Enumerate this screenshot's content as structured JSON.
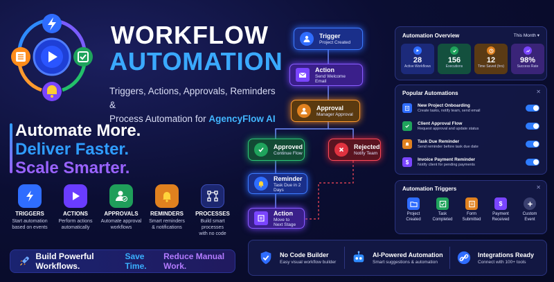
{
  "hero": {
    "title_line1": "WORKFLOW",
    "title_line2": "AUTOMATION",
    "subtitle_line1": "Triggers, Actions, Approvals, Reminders &",
    "subtitle_line2_prefix": "Process Automation for ",
    "subtitle_brand": "AgencyFlow AI"
  },
  "taglines": [
    "Automate More.",
    "Deliver Faster.",
    "Scale Smarter."
  ],
  "categories": [
    {
      "title": "TRIGGERS",
      "desc1": "Start automation",
      "desc2": "based on events",
      "icon": "lightning-icon",
      "color": "#2f6dff"
    },
    {
      "title": "ACTIONS",
      "desc1": "Perform actions",
      "desc2": "automatically",
      "icon": "play-icon",
      "color": "#6a3cff"
    },
    {
      "title": "APPROVALS",
      "desc1": "Automate approval",
      "desc2": "workflows",
      "icon": "user-check-icon",
      "color": "#1f9e5a"
    },
    {
      "title": "REMINDERS",
      "desc1": "Smart reminders",
      "desc2": "& notifications",
      "icon": "bell-icon",
      "color": "#e0811f"
    },
    {
      "title": "PROCESSES",
      "desc1": "Build smart processes",
      "desc2": "with no code",
      "icon": "process-icon",
      "color": "#2a3a9a"
    }
  ],
  "banner": {
    "part1": "Build Powerful Workflows.",
    "part2": "Save Time.",
    "part3": "Reduce Manual Work."
  },
  "flow": {
    "trigger": {
      "title": "Trigger",
      "sub": "Project Created"
    },
    "action1": {
      "title": "Action",
      "sub": "Send Welcome Email"
    },
    "approval": {
      "title": "Approval",
      "sub": "Manager Approval"
    },
    "approved": {
      "title": "Approved",
      "sub": "Continue Flow"
    },
    "rejected": {
      "title": "Rejected",
      "sub": "Notify Team"
    },
    "reminder": {
      "title": "Reminder",
      "sub": "Task Due in 2 Days"
    },
    "action2": {
      "title": "Action",
      "sub": "Move to Next Stage"
    }
  },
  "overview": {
    "title": "Automation Overview",
    "period": "This Month",
    "stats": [
      {
        "value": "28",
        "label": "Active Workflows",
        "color": "#1c3a8f"
      },
      {
        "value": "156",
        "label": "Executions",
        "color": "#14644a"
      },
      {
        "value": "12",
        "label": "Time Saved (hrs)",
        "color": "#7a4a14"
      },
      {
        "value": "98%",
        "label": "Success Rate",
        "color": "#4a2a8a"
      }
    ]
  },
  "popular": {
    "title": "Popular Automations",
    "close": "✕",
    "items": [
      {
        "title": "New Project Onboarding",
        "desc": "Create tasks, notify team, send email",
        "color": "#2f6dff"
      },
      {
        "title": "Client Approval Flow",
        "desc": "Request approval and update status",
        "color": "#1f9e5a"
      },
      {
        "title": "Task Due Reminder",
        "desc": "Send reminder before task due date",
        "color": "#e0811f"
      },
      {
        "title": "Invoice Payment Reminder",
        "desc": "Notify client for pending payments",
        "color": "#7a45ff"
      }
    ]
  },
  "triggers": {
    "title": "Automation Triggers",
    "close": "✕",
    "items": [
      {
        "l1": "Project",
        "l2": "Created",
        "color": "#2f6dff"
      },
      {
        "l1": "Task",
        "l2": "Completed",
        "color": "#1f9e5a"
      },
      {
        "l1": "Form",
        "l2": "Submitted",
        "color": "#e0811f"
      },
      {
        "l1": "Payment",
        "l2": "Received",
        "color": "#7a45ff"
      },
      {
        "l1": "Custom",
        "l2": "Event",
        "color": "#3a4070"
      }
    ]
  },
  "features": [
    {
      "title": "No Code Builder",
      "desc": "Easy visual workflow builder"
    },
    {
      "title": "AI-Powered Automation",
      "desc": "Smart suggestions & automation"
    },
    {
      "title": "Integrations Ready",
      "desc": "Connect with 100+ tools"
    }
  ]
}
